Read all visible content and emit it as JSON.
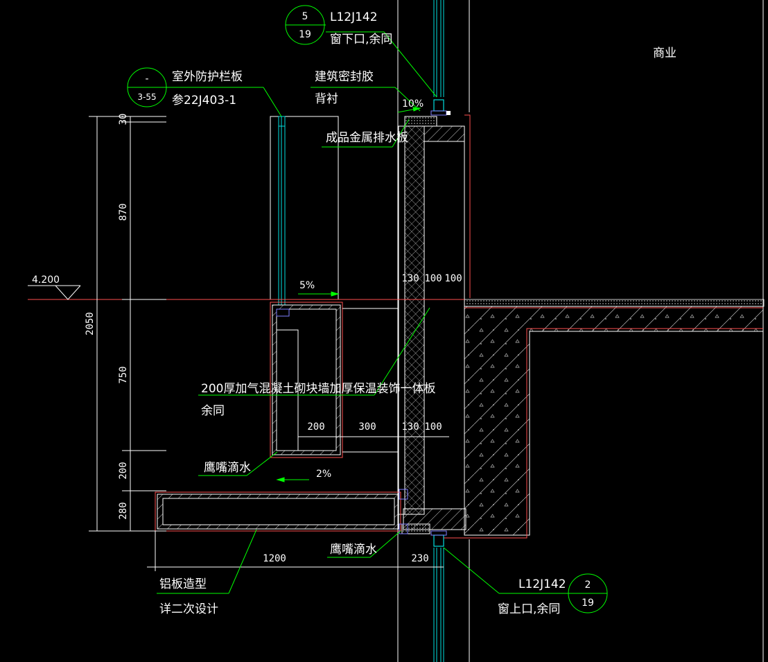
{
  "colors": {
    "background": "#000000",
    "leader": "#00ff00",
    "glass": "#00e0e0",
    "outline": "#ff5050",
    "text": "#ffffff",
    "hatch": "#ffffff"
  },
  "bubbles": {
    "top": {
      "num": "5",
      "sheet": "19"
    },
    "rail": {
      "num": "-",
      "sheet": "3-55"
    },
    "bottom": {
      "num": "2",
      "sheet": "19"
    }
  },
  "labels": {
    "top_ref": "L12J142",
    "top_desc": "窗下口,余同",
    "commercial": "商业",
    "rail_title": "室外防护栏板",
    "rail_ref": "参22J403-1",
    "sealant": "建筑密封胶",
    "backing": "背衬",
    "slope_top": "10%",
    "drain_board": "成品金属排水板",
    "elevation": "4.200",
    "slope_mid": "5%",
    "wall_desc": "200厚加气混凝土砌块墙加厚保温装饰一体板",
    "wall_desc2": "余同",
    "drip1": "鹰嘴滴水",
    "slope_low": "2%",
    "drip2": "鹰嘴滴水",
    "alu": "铝板造型",
    "alu2": "详二次设计",
    "bottom_ref": "L12J142",
    "bottom_desc": "窗上口,余同"
  },
  "dimensions": {
    "v30": "30",
    "v870": "870",
    "v2050": "2050",
    "v750": "750",
    "v200": "200",
    "v280": "280",
    "h130a": "130",
    "h100a": "100",
    "h100b": "100",
    "h200": "200",
    "h300": "300",
    "h130b": "130",
    "h100c": "100",
    "h1200": "1200",
    "h230": "230"
  }
}
